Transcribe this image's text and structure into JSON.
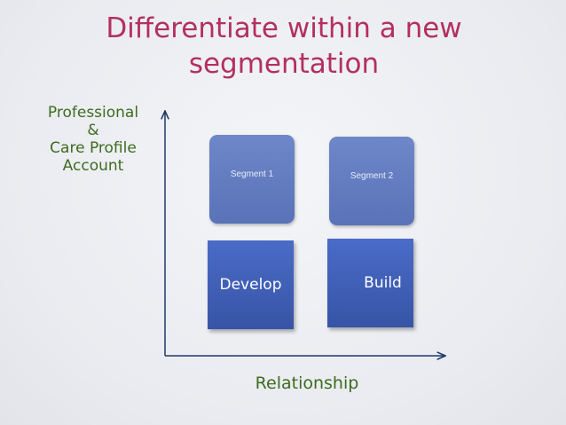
{
  "title": {
    "line1": "Differentiate within a new",
    "line2": "segmentation"
  },
  "y_axis": {
    "line1": "Professional",
    "line2": "&",
    "line3": "Care Profile",
    "line4": "Account"
  },
  "x_axis": {
    "label": "Relationship"
  },
  "segments": [
    {
      "label": "Segment 1",
      "action": "Develop"
    },
    {
      "label": "Segment 2",
      "action": "Build"
    }
  ],
  "colors": {
    "title": "#b3305e",
    "axis_label": "#3e6b1f",
    "axis_line": "#1f3a66",
    "segment_box": "#6d87c8",
    "action_box": "#4a6bc7"
  }
}
